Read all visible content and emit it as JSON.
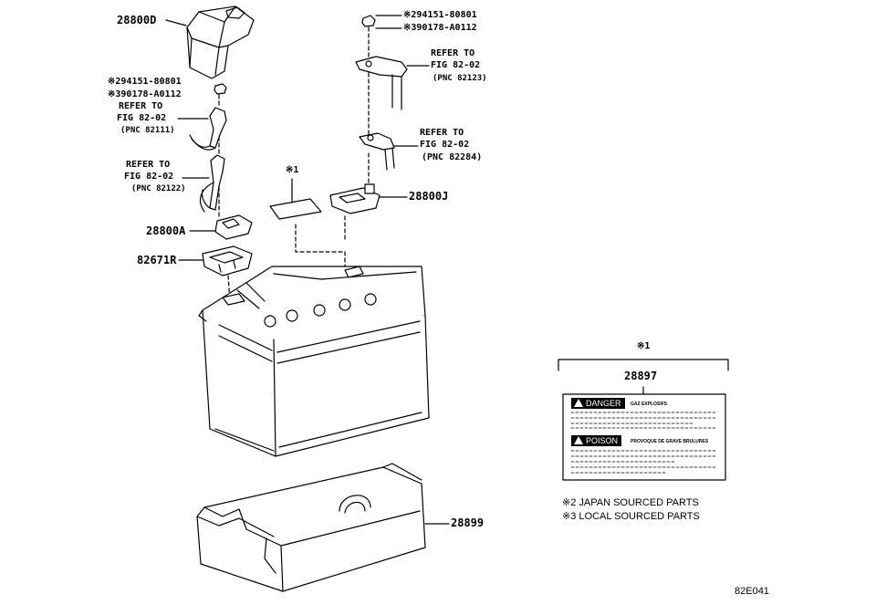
{
  "parts": {
    "p28800d": "28800D",
    "p28800a": "28800A",
    "p82671r": "82671R",
    "p28800j": "28800J",
    "p28899": "28899",
    "p28897": "28897"
  },
  "notes": {
    "left_nut_1": "※294151-80801",
    "left_nut_2": "※390178-A0112",
    "right_nut_1": "※294151-80801",
    "right_nut_2": "※390178-A0112",
    "ref_a_1": "REFER TO",
    "ref_a_2": "FIG 82-02",
    "ref_a_3": "(PNC 82111)",
    "ref_b_1": "REFER TO",
    "ref_b_2": "FIG 82-02",
    "ref_b_3": "(PNC 82122)",
    "ref_c_1": "REFER TO",
    "ref_c_2": "FIG 82-02",
    "ref_c_3": "(PNC 82123)",
    "ref_d_1": "REFER TO",
    "ref_d_2": "FIG 82-02",
    "ref_d_3": "(PNC 82284)",
    "mark1_center": "※1",
    "mark1_label_box": "※1"
  },
  "label_box": {
    "danger": "DANGER",
    "danger_text": "GAZ EXPLOSIFS",
    "poison": "POISON",
    "poison_text": "PROVOQUE DE GRAVE BRULURES"
  },
  "footnotes": {
    "japan": "※2 JAPAN SOURCED PARTS",
    "local": "※3 LOCAL SOURCED PARTS"
  },
  "diagram_code": "82E041"
}
